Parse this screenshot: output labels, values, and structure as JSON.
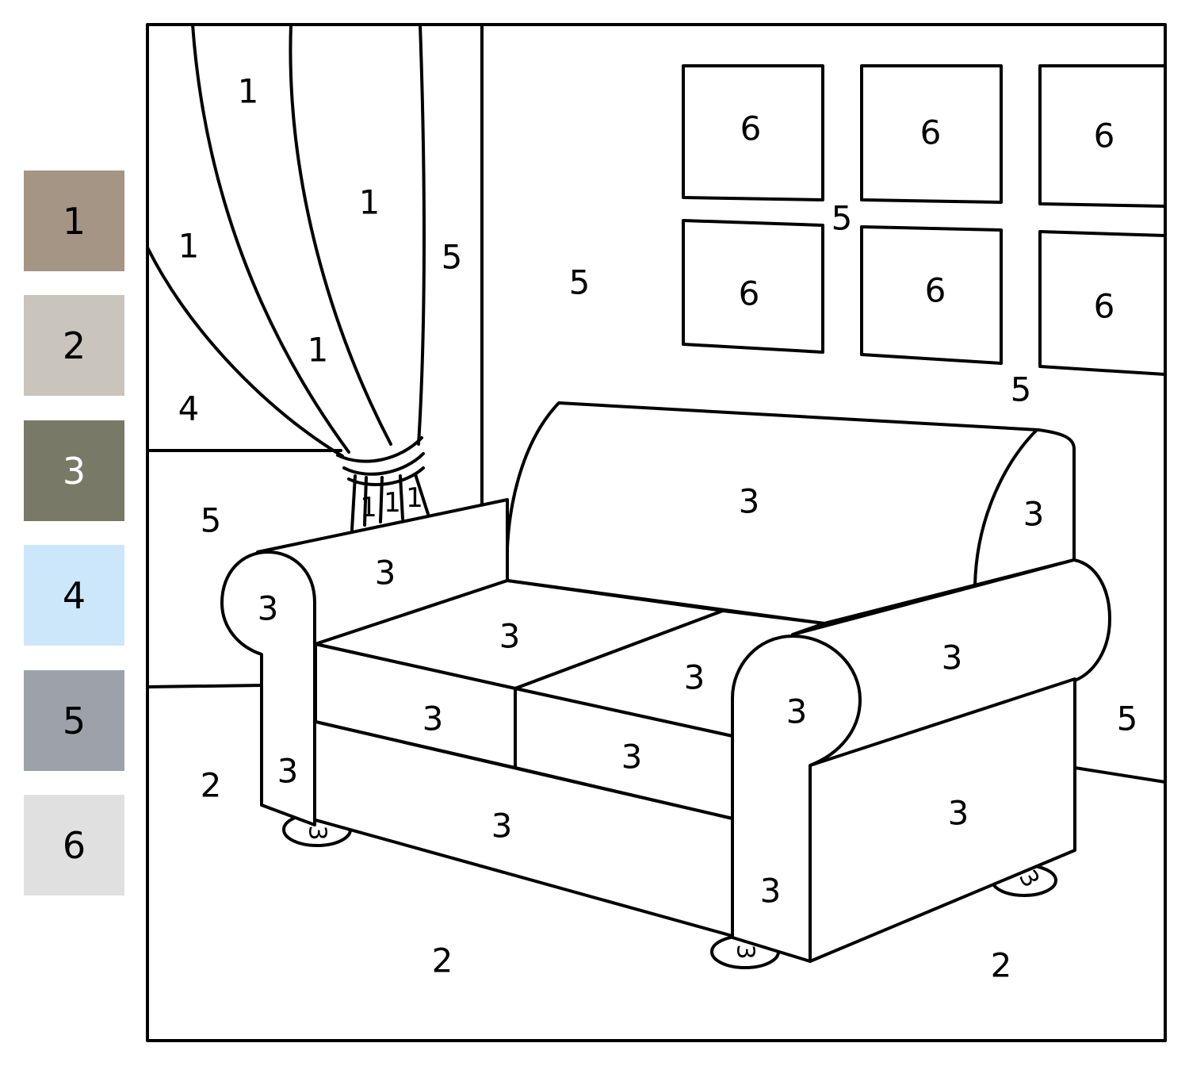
{
  "legend": [
    {
      "key": "1",
      "color": "#a59584",
      "text_color": "#000000"
    },
    {
      "key": "2",
      "color": "#c9c4bc",
      "text_color": "#000000"
    },
    {
      "key": "3",
      "color": "#787966",
      "text_color": "#ffffff"
    },
    {
      "key": "4",
      "color": "#cde7fa",
      "text_color": "#000000"
    },
    {
      "key": "5",
      "color": "#9da2aa",
      "text_color": "#000000"
    },
    {
      "key": "6",
      "color": "#e0e0e0",
      "text_color": "#000000"
    }
  ],
  "region_labels": [
    "1",
    "1",
    "1",
    "1",
    "1",
    "1",
    "1",
    "5",
    "5",
    "5",
    "5",
    "5",
    "5",
    "4",
    "6",
    "6",
    "6",
    "6",
    "6",
    "6",
    "3",
    "3",
    "3",
    "3",
    "3",
    "3",
    "3",
    "3",
    "3",
    "3",
    "3",
    "3",
    "3",
    "3",
    "3",
    "3",
    "3",
    "2",
    "2",
    "2"
  ]
}
